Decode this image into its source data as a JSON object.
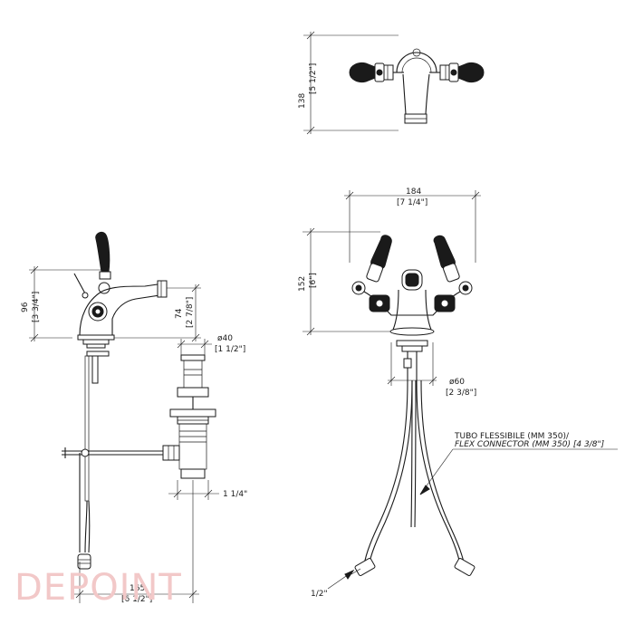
{
  "dimensions": {
    "top_height_mm": "138",
    "top_height_in": "[5 1/2\"]",
    "side_height_mm": "96",
    "side_height_in": "[3 3/4\"]",
    "spout_height_mm": "74",
    "spout_height_in": "[2 7/8\"]",
    "waste_dia_mm": "ø40",
    "waste_dia_in": "[1 1/2\"]",
    "waste_outlet": "1 1/4\"",
    "depth_mm": "165",
    "depth_in": "[6 1/2\"]",
    "front_width_mm": "184",
    "front_width_in": "[7 1/4\"]",
    "front_height_mm": "152",
    "front_height_in": "[6\"]",
    "base_dia_mm": "ø60",
    "base_dia_in": "[2 3/8\"]",
    "connection": "1/2\""
  },
  "notes": {
    "flex_line1": "TUBO FLESSIBILE (MM 350)/",
    "flex_line2": "FLEX CONNECTOR (MM 350) [4 3/8\"]"
  },
  "brand": {
    "logo_text": "DEPOINT"
  }
}
